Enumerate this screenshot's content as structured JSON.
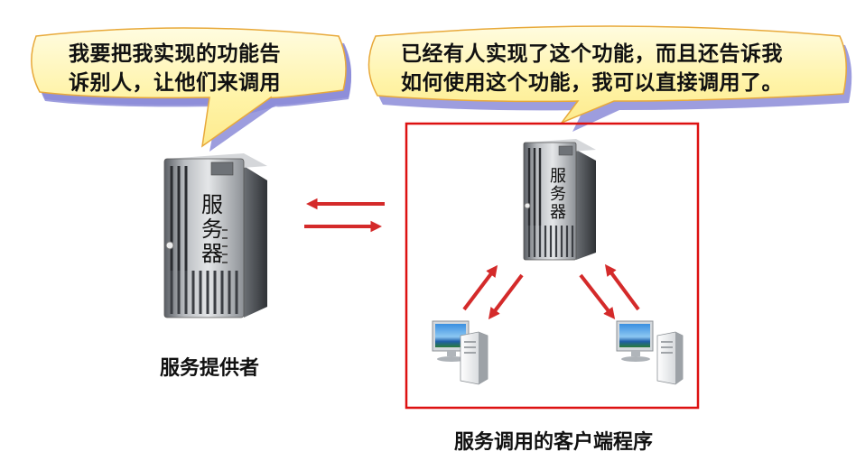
{
  "provider_bubble": {
    "lines": [
      "我要把我实现的功能告",
      "诉别人，让他们来调用"
    ]
  },
  "consumer_bubble": {
    "lines": [
      "已经有人实现了这个功能，而且还告诉我",
      "如何使用这个功能，我可以直接调用了。"
    ]
  },
  "provider": {
    "server_label": "服务器",
    "caption": "服务提供者"
  },
  "consumer_group": {
    "server_label": "服务器",
    "caption": "服务调用的客户端程序",
    "client_count": 2
  },
  "colors": {
    "bubble_fill": "#fff6b0",
    "bubble_border": "#e8a93a",
    "bubble_shadow": "#8c8cd8",
    "arrow": "#d42a2a",
    "frame": "#dd1111"
  },
  "icons": {
    "server": "server-tower-icon",
    "client": "desktop-computer-icon"
  }
}
